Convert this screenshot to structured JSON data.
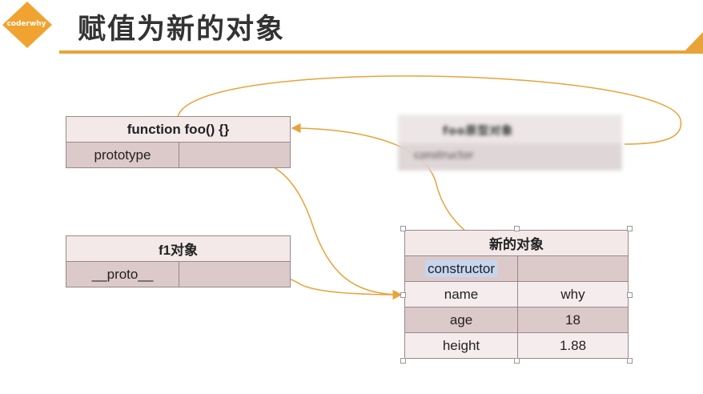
{
  "header": {
    "logo_text": "coderwhy",
    "title": "赋值为新的对象",
    "accent_color": "#e8a33a"
  },
  "foo_box": {
    "title": "function foo() {}",
    "row_label": "prototype",
    "row_value": ""
  },
  "f1_box": {
    "title": "f1对象",
    "row_label": "__proto__",
    "row_value": ""
  },
  "blurred_box": {
    "title": "foo原型对象",
    "row_label": "constructor"
  },
  "new_object": {
    "title": "新的对象",
    "rows": [
      {
        "key": "constructor",
        "value": ""
      },
      {
        "key": "name",
        "value": "why"
      },
      {
        "key": "age",
        "value": "18"
      },
      {
        "key": "height",
        "value": "1.88"
      }
    ]
  }
}
